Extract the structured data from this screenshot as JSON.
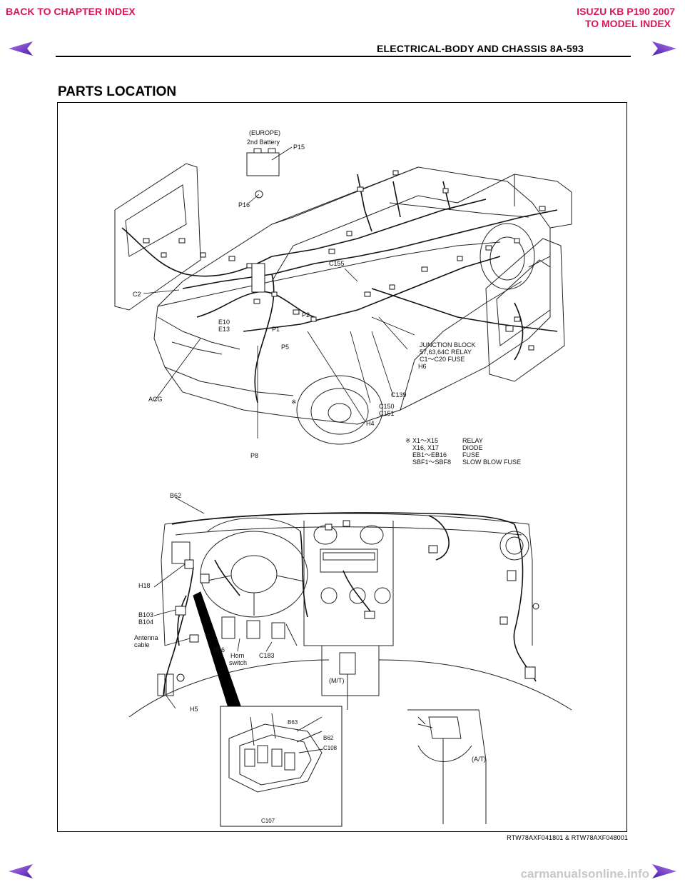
{
  "nav": {
    "back_chapter": "BACK TO CHAPTER INDEX",
    "model_line1": "ISUZU KB P190 2007",
    "model_line2": "TO MODEL INDEX"
  },
  "header": {
    "title": "ELECTRICAL-BODY AND CHASSIS  8A-593"
  },
  "section": {
    "title": "PARTS LOCATION"
  },
  "diagram_top": {
    "labels": {
      "europe": "(EUROPE)",
      "battery": "2nd Battery",
      "p15": "P15",
      "p16": "P16",
      "c2": "C2",
      "c155": "C155",
      "e10": "E10",
      "e13": "E13",
      "p1": "P1",
      "p2": "P2",
      "p5": "P5",
      "acg": "ACG",
      "star": "※",
      "p8": "P8",
      "h4": "H4",
      "c150": "C150",
      "c151": "C151",
      "c139": "C139",
      "h6": "H6",
      "jb1": "JUNCTION BLOCK",
      "jb2": "57,63,64C RELAY",
      "jb3": "C1～C20 FUSE"
    },
    "legend": [
      {
        "code": "※ X1～X15",
        "desc": "RELAY"
      },
      {
        "code": "X16, X17",
        "desc": "DIODE"
      },
      {
        "code": "EB1～EB16",
        "desc": "FUSE"
      },
      {
        "code": "SBF1～SBF8",
        "desc": "SLOW BLOW FUSE"
      }
    ]
  },
  "diagram_bottom": {
    "labels": {
      "b62": "B62",
      "h18": "H18",
      "b103": "B103",
      "b104": "B104",
      "antenna1": "Antenna",
      "antenna2": "cable",
      "b66": "B66",
      "horn1": "Horn",
      "horn2": "switch",
      "c183": "C183",
      "mt": "(M/T)",
      "h5": "H5",
      "inset_b63": "B63",
      "inset_b62": "B62",
      "inset_c108": "C108",
      "inset_c107": "C107",
      "at": "(A/T)"
    }
  },
  "caption": "RTW78AXF041801 & RTW78AXF048001",
  "watermark": "carmanualsonline.info"
}
